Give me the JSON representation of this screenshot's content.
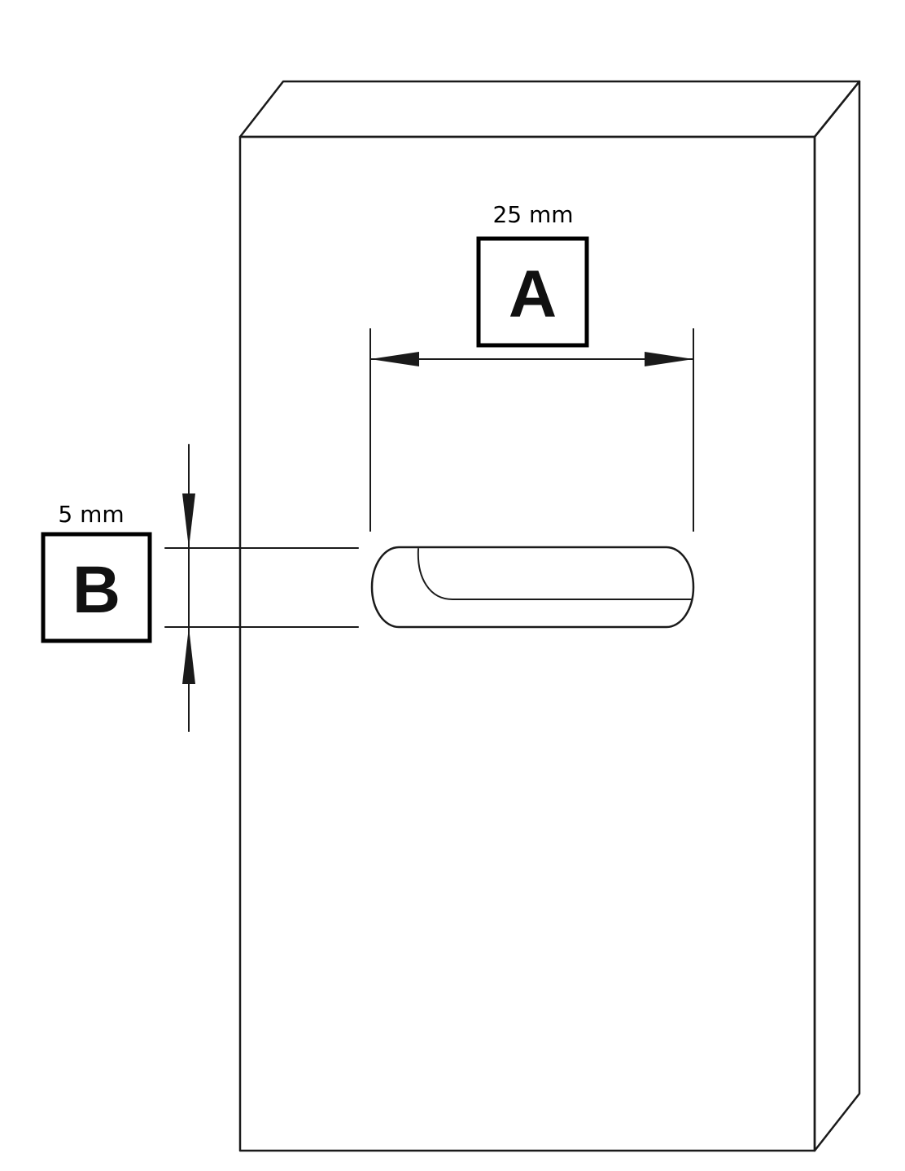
{
  "dimension_a": {
    "label": "A",
    "value_text": "25 mm"
  },
  "dimension_b": {
    "label": "B",
    "value_text": "5 mm"
  }
}
